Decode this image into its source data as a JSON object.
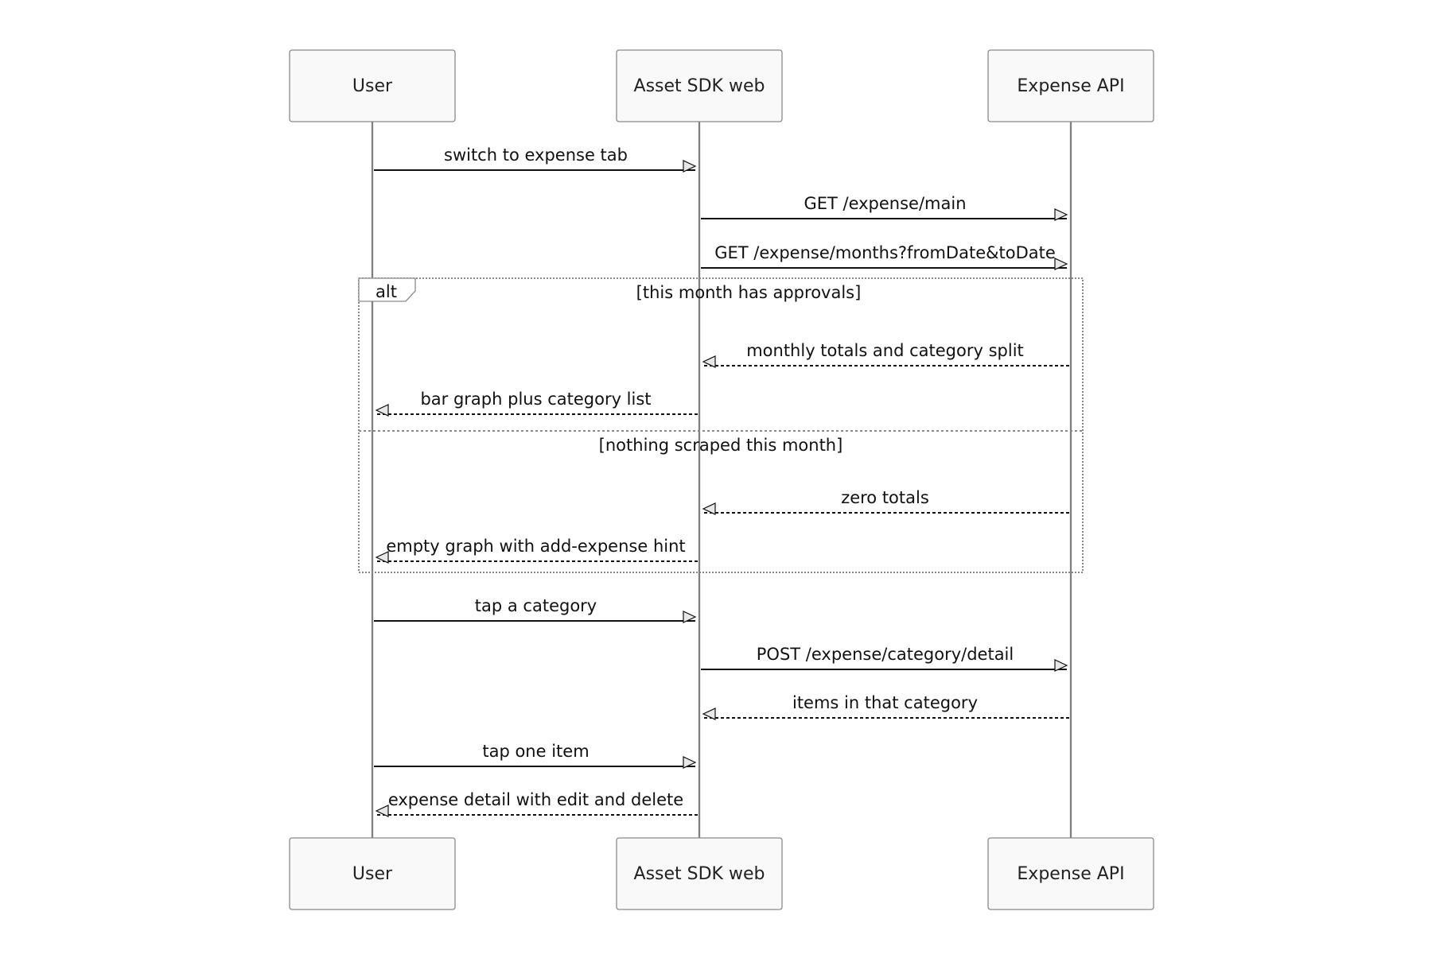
{
  "participants": [
    {
      "id": "user",
      "label": "User"
    },
    {
      "id": "sdk",
      "label": "Asset SDK web"
    },
    {
      "id": "api",
      "label": "Expense API"
    }
  ],
  "messages": [
    {
      "from": "user",
      "to": "sdk",
      "label": "switch to expense tab",
      "style": "solid"
    },
    {
      "from": "sdk",
      "to": "api",
      "label": "GET /expense/main",
      "style": "solid"
    },
    {
      "from": "sdk",
      "to": "api",
      "label": "GET /expense/months?fromDate&toDate",
      "style": "solid"
    },
    {
      "from": "api",
      "to": "sdk",
      "label": "monthly totals and category split",
      "style": "dashed"
    },
    {
      "from": "sdk",
      "to": "user",
      "label": "bar graph plus category list",
      "style": "dashed"
    },
    {
      "from": "api",
      "to": "sdk",
      "label": "zero totals",
      "style": "dashed"
    },
    {
      "from": "sdk",
      "to": "user",
      "label": "empty graph with add-expense hint",
      "style": "dashed"
    },
    {
      "from": "user",
      "to": "sdk",
      "label": "tap a category",
      "style": "solid"
    },
    {
      "from": "sdk",
      "to": "api",
      "label": "POST /expense/category/detail",
      "style": "solid"
    },
    {
      "from": "api",
      "to": "sdk",
      "label": "items in that category",
      "style": "dashed"
    },
    {
      "from": "user",
      "to": "sdk",
      "label": "tap one item",
      "style": "solid"
    },
    {
      "from": "sdk",
      "to": "user",
      "label": "expense detail with edit and delete",
      "style": "dashed"
    }
  ],
  "alt_frame": {
    "keyword": "alt",
    "sections": [
      {
        "condition": "[this month has approvals]"
      },
      {
        "condition": "[nothing scraped this month]"
      }
    ]
  },
  "colors": {
    "lifeline": "#7f7f7f",
    "actor_fill": "#f9f9f9",
    "actor_border": "#8a8a8a",
    "message_line": "#111111"
  }
}
